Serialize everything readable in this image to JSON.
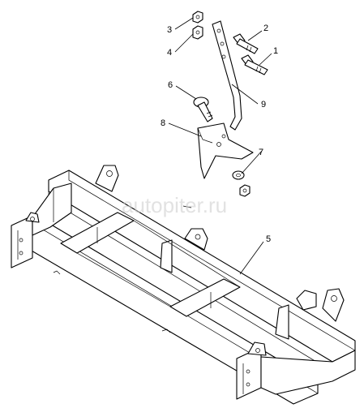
{
  "callouts": [
    {
      "id": "c1",
      "text": "1"
    },
    {
      "id": "c2",
      "text": "2"
    },
    {
      "id": "c3",
      "text": "3"
    },
    {
      "id": "c4",
      "text": "4"
    },
    {
      "id": "c5",
      "text": "5"
    },
    {
      "id": "c6",
      "text": "6"
    },
    {
      "id": "c7",
      "text": "7"
    },
    {
      "id": "c8",
      "text": "8"
    },
    {
      "id": "c9",
      "text": "9"
    }
  ],
  "watermark": {
    "text": "autopiter.ru"
  }
}
